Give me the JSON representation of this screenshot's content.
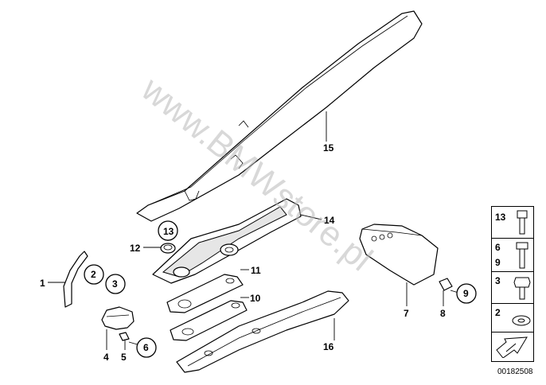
{
  "watermark": "www.BMWstore.pl",
  "part_labels": {
    "p1": "1",
    "p2": "2",
    "p3": "3",
    "p4": "4",
    "p5": "5",
    "p6": "6",
    "p7": "7",
    "p8": "8",
    "p9": "9",
    "p10": "10",
    "p11": "11",
    "p12": "12",
    "p13": "13",
    "p14": "14",
    "p15": "15",
    "p16": "16"
  },
  "sidebar": {
    "items": [
      {
        "label": "13",
        "icon": "bolt-icon"
      },
      {
        "label": "6",
        "icon": "bolt-icon"
      },
      {
        "label": "9",
        "icon": "bolt-icon"
      },
      {
        "label": "3",
        "icon": "hex-bolt-icon"
      },
      {
        "label": "2",
        "icon": "washer-icon"
      }
    ],
    "direction_icon": "arrow-icon"
  },
  "doc_number": "00182508"
}
